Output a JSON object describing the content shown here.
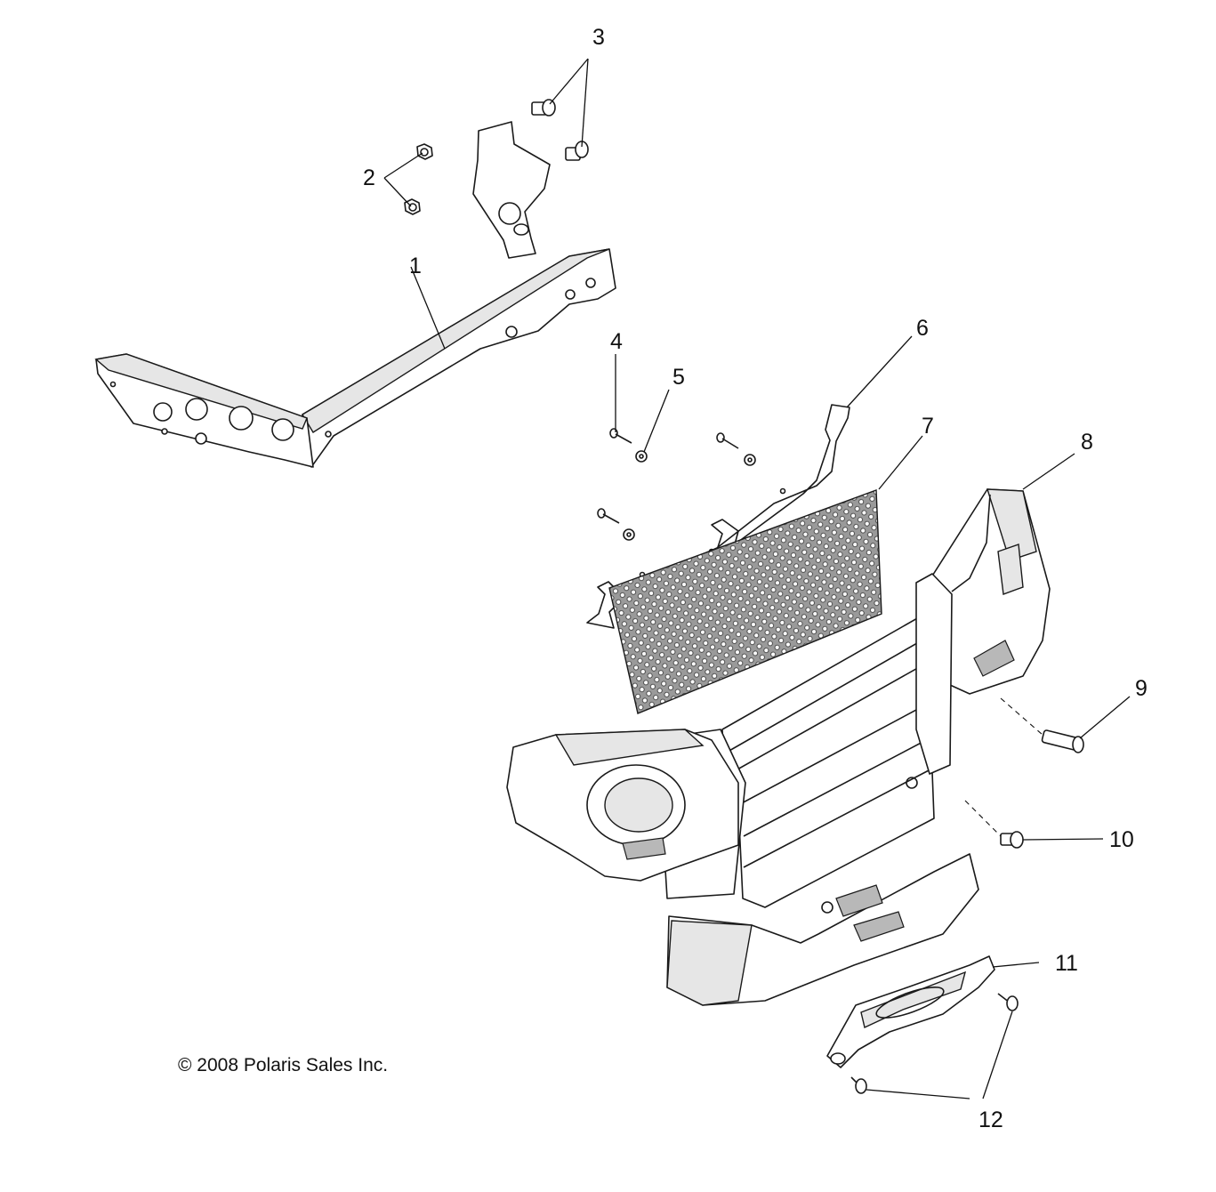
{
  "callouts": {
    "c1": "1",
    "c2": "2",
    "c3": "3",
    "c4": "4",
    "c5": "5",
    "c6": "6",
    "c7": "7",
    "c8": "8",
    "c9": "9",
    "c10": "10",
    "c11": "11",
    "c12": "12"
  },
  "copyright": "© 2008 Polaris Sales Inc."
}
